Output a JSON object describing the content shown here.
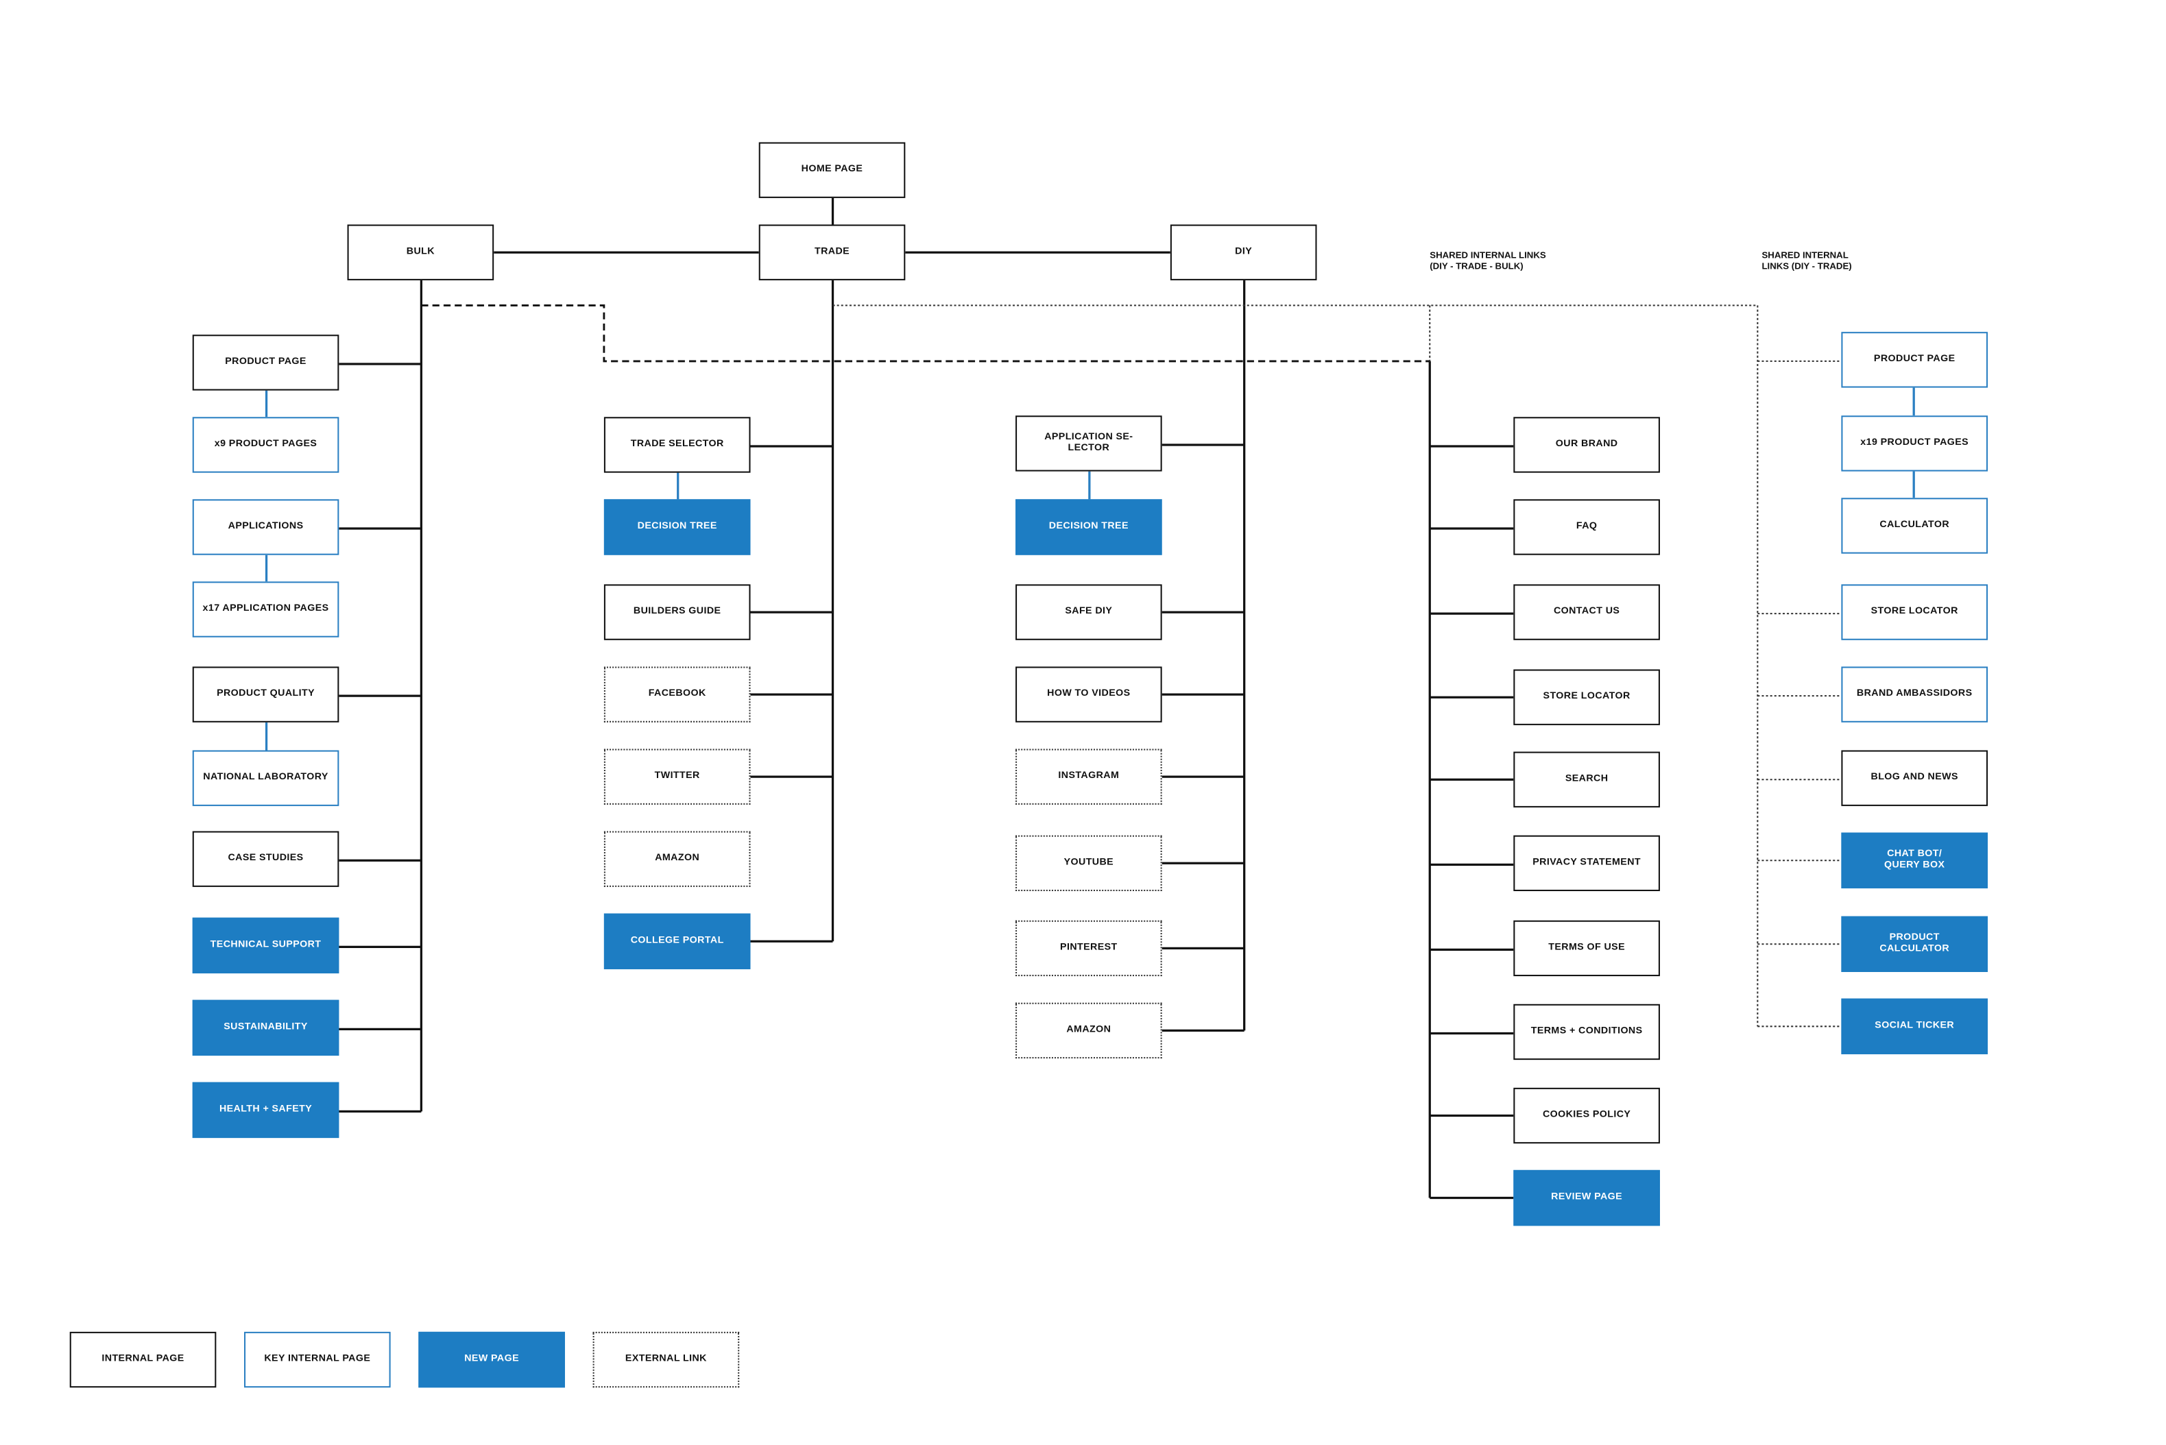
{
  "colors": {
    "internal": "#111111",
    "key": "#2a7fc2",
    "new": "#1d7dc3",
    "external": "#333333"
  },
  "diagram": {
    "top": {
      "home": "HOME PAGE",
      "bulk": "BULK",
      "trade": "TRADE",
      "diy": "DIY"
    },
    "shared_labels": {
      "all": "SHARED INTERNAL LINKS\n(DIY - TRADE - BULK)",
      "diy_trade": "SHARED INTERNAL\nLINKS (DIY - TRADE)"
    },
    "bulk": [
      "PRODUCT PAGE",
      "x9 PRODUCT PAGES",
      "APPLICATIONS",
      "x17 APPLICATION PAGES",
      "PRODUCT QUALITY",
      "NATIONAL LABORATORY",
      "CASE STUDIES",
      "TECHNICAL SUPPORT",
      "SUSTAINABILITY",
      "HEALTH + SAFETY"
    ],
    "trade": [
      "TRADE SELECTOR",
      "DECISION TREE",
      "BUILDERS GUIDE",
      "FACEBOOK",
      "TWITTER",
      "AMAZON",
      "COLLEGE PORTAL"
    ],
    "diy": [
      "APPLICATION SE-\nLECTOR",
      "DECISION TREE",
      "SAFE DIY",
      "HOW TO VIDEOS",
      "INSTAGRAM",
      "YOUTUBE",
      "PINTEREST",
      "AMAZON"
    ],
    "shared_all": [
      "OUR BRAND",
      "FAQ",
      "CONTACT US",
      "STORE LOCATOR",
      "SEARCH",
      "PRIVACY STATEMENT",
      "TERMS OF USE",
      "TERMS + CONDITIONS",
      "COOKIES POLICY",
      "REVIEW PAGE"
    ],
    "shared_diy_trade": [
      "PRODUCT PAGE",
      "x19 PRODUCT PAGES",
      "CALCULATOR",
      "STORE LOCATOR",
      "BRAND AMBASSIDORS",
      "BLOG AND NEWS",
      "CHAT BOT/\nQUERY BOX",
      "PRODUCT\nCALCULATOR",
      "SOCIAL TICKER"
    ]
  },
  "legend": {
    "internal": "INTERNAL PAGE",
    "key": "KEY INTERNAL PAGE",
    "new": "NEW PAGE",
    "external": "EXTERNAL LINK"
  }
}
